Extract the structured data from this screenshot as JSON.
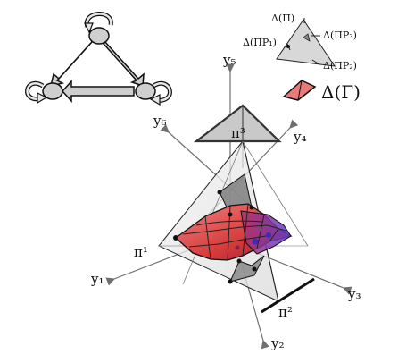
{
  "axes": {
    "y1": "y₁",
    "y2": "y₂",
    "y3": "y₃",
    "y4": "y₄",
    "y5": "y₅",
    "y6": "y₆"
  },
  "vertices": {
    "pi1": "π¹",
    "pi2": "π²",
    "pi3": "π³"
  },
  "legend": {
    "delta_pi": "Δ(Π)",
    "delta_pi_p1": "Δ(ΠP₁)",
    "delta_pi_p2": "Δ(ΠP₂)",
    "delta_pi_p3": "Δ(ΠP₃)",
    "delta_gamma": "Δ(Γ)"
  },
  "colors": {
    "red_polytope": "#d63a3a",
    "blue_polytope": "#5a3fd0",
    "gray_face": "#dcdcdc",
    "dark_face": "#8a8a8a"
  }
}
